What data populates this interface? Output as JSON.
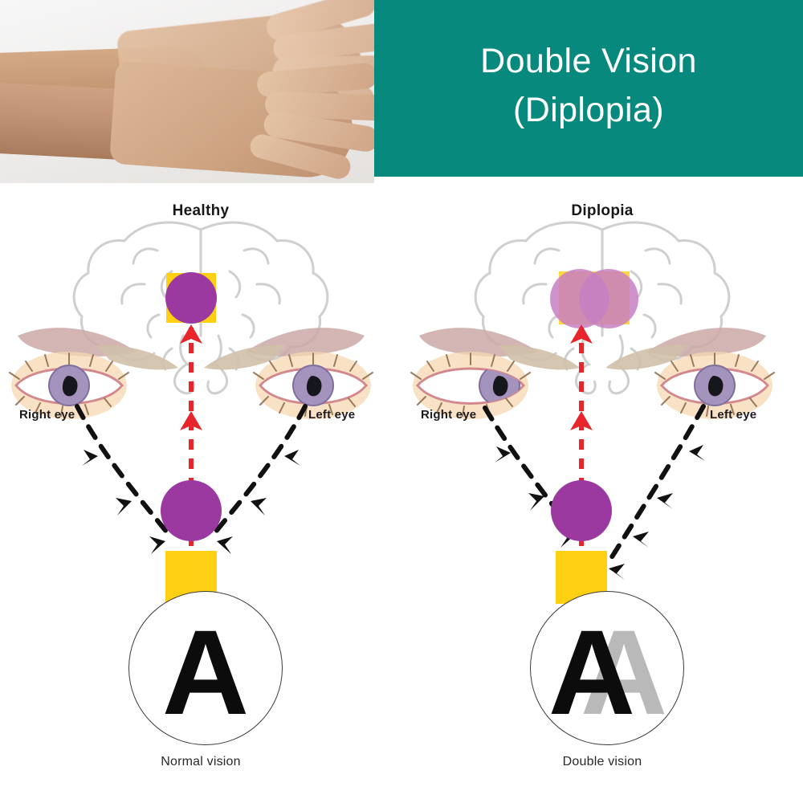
{
  "header": {
    "title_line1": "Double Vision",
    "title_line2": "(Diplopia)",
    "teal": "#07897d",
    "photo_alt": "doubled-hands-photo"
  },
  "panels": [
    {
      "id": "healthy",
      "title": "Healthy",
      "right_eye_label": "Right eye",
      "left_eye_label": "Left eye",
      "vision_caption": "Normal vision",
      "vision_letters": [
        "A"
      ],
      "brain_image": "single fused purple circle on yellow square",
      "eye_alignment": "aligned"
    },
    {
      "id": "diplopia",
      "title": "Diplopia",
      "right_eye_label": "Right eye",
      "left_eye_label": "Left eye",
      "vision_caption": "Double vision",
      "vision_letters": [
        "A",
        "A"
      ],
      "brain_image": "two overlapping translucent purple circles on yellow square",
      "eye_alignment": "right eye deviated inward"
    }
  ],
  "colors": {
    "teal": "#07897d",
    "yellow": "#ffd011",
    "purple": "#9b39a0",
    "purple_translucent": "#cf90cc",
    "purple_overlap": "#9d46a0",
    "red_arrow": "#e8252a",
    "black_arrow": "#111111",
    "brain_outline": "#cfcfcf",
    "letter_primary": "#0c0c0c",
    "letter_ghost": "#b9b9b9"
  }
}
